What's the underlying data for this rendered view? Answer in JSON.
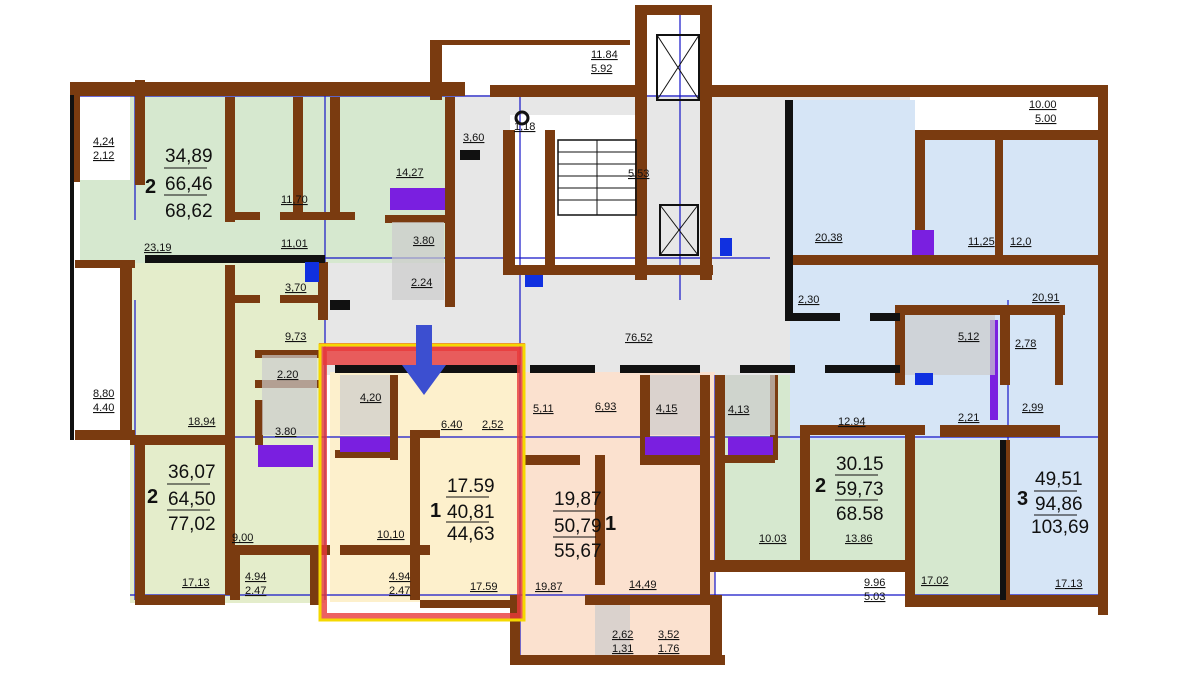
{
  "colors": {
    "wall": "#7a3b10",
    "highlight": "#f5d800",
    "highlight_fill": "#e83a3a",
    "arrow": "#3c4fd0",
    "apt_green": "#d6e8cf",
    "apt_lime": "#e4edcb",
    "apt_yellow": "#fdf0cc",
    "apt_peach": "#fbe1cf",
    "apt_blue": "#d6e5f6",
    "corridor": "#e7e7e7",
    "fixture": "#7a1fe0"
  },
  "apartments": [
    {
      "id": "a",
      "rooms": "2",
      "living": "34,89",
      "total": "66,46",
      "total_with_balcony": "68,62"
    },
    {
      "id": "b",
      "rooms": "2",
      "living": "36,07",
      "total": "64,50",
      "total_with_balcony": "77,02"
    },
    {
      "id": "c",
      "rooms": "1",
      "living": "17.59",
      "total": "40,81",
      "total_with_balcony": "44,63",
      "highlighted": true
    },
    {
      "id": "d",
      "rooms": "1",
      "living": "19,87",
      "total": "50,79",
      "total_with_balcony": "55,67"
    },
    {
      "id": "e",
      "rooms": "2",
      "living": "30.15",
      "total": "59,73",
      "total_with_balcony": "68.58"
    },
    {
      "id": "f",
      "rooms": "3",
      "living": "49,51",
      "total": "94,86",
      "total_with_balcony": "103,69"
    }
  ],
  "room_labels": {
    "a": [
      "11,70",
      "14,27",
      "3.80",
      "2.24",
      "23,19",
      "11,01",
      "3,70"
    ],
    "b": [
      "18,94",
      "9,73",
      "2.20",
      "3.80",
      "9,00",
      "17,13"
    ],
    "c": [
      "4,20",
      "6.40",
      "2,52",
      "10,10",
      "17.59"
    ],
    "d": [
      "5,11",
      "6,93",
      "4,15",
      "19,87",
      "14,49"
    ],
    "e": [
      "4,13",
      "12.94",
      "10.03",
      "13.86",
      "17.02"
    ],
    "f": [
      "20,38",
      "11,25",
      "12,0",
      "20,91",
      "2,30",
      "5,12",
      "2,78",
      "2,21",
      "2,99",
      "17.13"
    ],
    "common": [
      "76,52",
      "5,53",
      "3,60",
      "1,18"
    ]
  },
  "balconies": [
    {
      "area": "4,24",
      "reduced": "2,12"
    },
    {
      "area": "8,80",
      "reduced": "4.40"
    },
    {
      "area": "4.94",
      "reduced": "2.47"
    },
    {
      "area": "4.94",
      "reduced": "2.47"
    },
    {
      "area": "2,62",
      "reduced": "1,31"
    },
    {
      "area": "3,52",
      "reduced": "1.76"
    },
    {
      "area": "9.96",
      "reduced": "5.03"
    },
    {
      "area": "10.00",
      "reduced": "5.00"
    },
    {
      "area": "11.84",
      "reduced": "5.92"
    }
  ]
}
